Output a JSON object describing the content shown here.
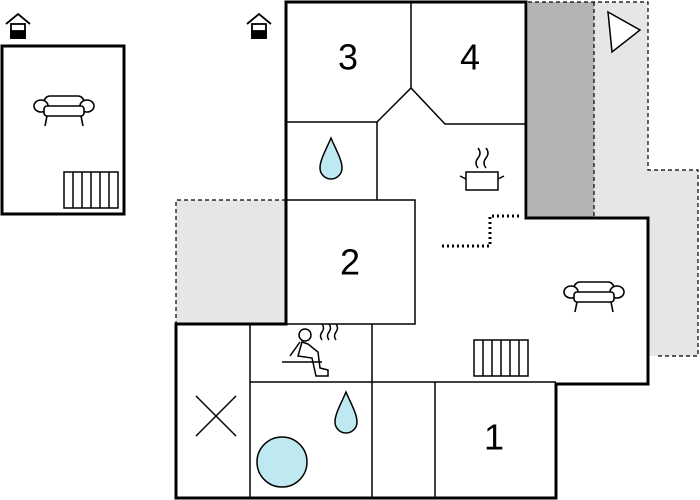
{
  "rooms": {
    "bedroom_1": "1",
    "bedroom_2": "2",
    "bedroom_3": "3",
    "bedroom_4": "4"
  },
  "icons": [
    "house-icon",
    "sofa-icon",
    "radiator-icon",
    "water-drop-icon",
    "cooking-pot-icon",
    "sauna-icon",
    "cross-icon",
    "circle-pool-icon",
    "triangle-icon"
  ],
  "colors": {
    "wall": "#000000",
    "terrace": "#e6e6e6",
    "terrace_dark": "#b4b4b4",
    "water": "#bfe9f0",
    "background": "#ffffff"
  }
}
